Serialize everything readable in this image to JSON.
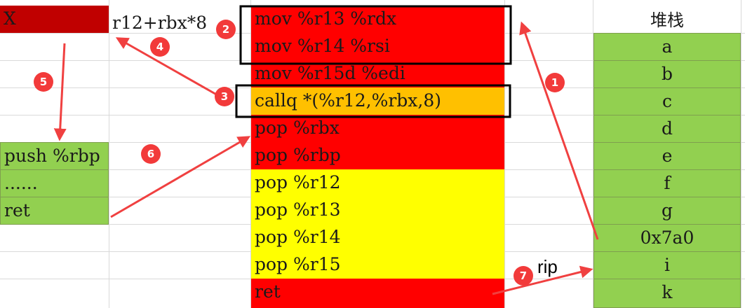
{
  "left_column": {
    "x_cell": "X",
    "formula": "r12+rbx*8",
    "func_lines": [
      "push %rbp",
      "......",
      "ret"
    ]
  },
  "code_column": {
    "lines": [
      "mov %r13 %rdx",
      "mov %r14 %rsi",
      "mov %r15d %edi",
      "callq *(%r12,%rbx,8)",
      "pop %rbx",
      "pop %rbp",
      "pop %r12",
      "pop %r13",
      "pop %r14",
      "pop %r15",
      "ret"
    ],
    "line_colors": [
      "#ff0000",
      "#ff0000",
      "#ff0000",
      "#ffc000",
      "#ff0000",
      "#ff0000",
      "#ffff00",
      "#ffff00",
      "#ffff00",
      "#ffff00",
      "#ff0000"
    ]
  },
  "stack_column": {
    "header": "堆栈",
    "items": [
      "a",
      "b",
      "c",
      "d",
      "e",
      "f",
      "g",
      "0x7a0",
      "i",
      "k"
    ],
    "color": "#92d050"
  },
  "rip_label": "rip",
  "step_badges": [
    "1",
    "2",
    "3",
    "4",
    "5",
    "6",
    "7"
  ],
  "colors": {
    "arrow": "#f04040",
    "badge": "#f23a3a",
    "box_border": "#000000",
    "x_cell": "#c00000"
  }
}
